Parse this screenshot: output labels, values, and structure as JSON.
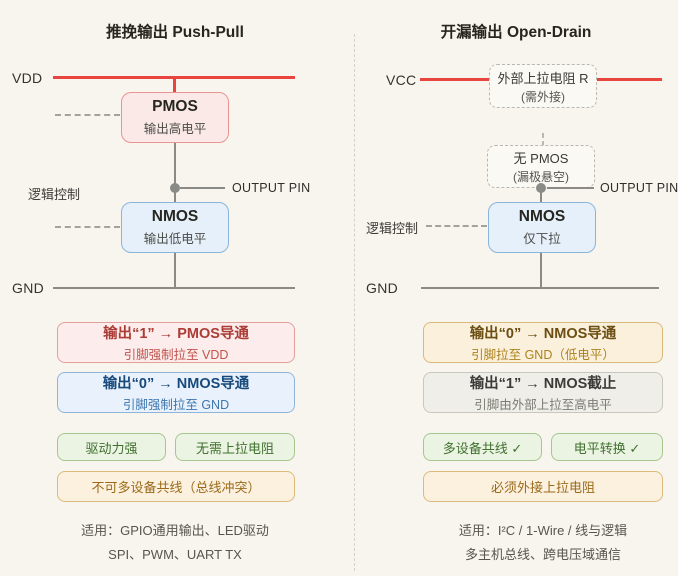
{
  "colors": {
    "background": "#f8f5ef",
    "power_rail_red": "#e8453f",
    "wire_gray": "#8a8a86",
    "pmos_fill": "#fbe9e8",
    "pmos_border": "#e89492",
    "nmos_fill": "#e6f0fa",
    "nmos_border": "#8ab4da",
    "state_red_fill": "#fceceb",
    "state_blue_fill": "#e9f2fc",
    "state_orange_fill": "#fbf0db",
    "state_gray_fill": "#efeee9",
    "tag_green_fill": "#ebf3e3",
    "tag_green_text": "#40702f",
    "warning_orange_fill": "#fcf1de",
    "warning_orange_text": "#9a6a1a"
  },
  "left": {
    "title": "推挽输出 Push-Pull",
    "rail_top": "VDD",
    "rail_bottom": "GND",
    "logic_label": "逻辑控制",
    "output_pin": "OUTPUT PIN",
    "pmos": {
      "name": "PMOS",
      "desc": "输出高电平"
    },
    "nmos": {
      "name": "NMOS",
      "desc": "输出低电平"
    },
    "state_high": {
      "title": "输出“1” → PMOS导通",
      "desc": "引脚强制拉至 VDD"
    },
    "state_low": {
      "title": "输出“0” → NMOS导通",
      "desc": "引脚强制拉至 GND"
    },
    "tags": [
      "驱动力强",
      "无需上拉电阻"
    ],
    "warning": "不可多设备共线（总线冲突）",
    "usage": [
      "适用：GPIO通用输出、LED驱动",
      "SPI、PWM、UART TX"
    ]
  },
  "right": {
    "title": "开漏输出 Open-Drain",
    "rail_top": "VCC",
    "rail_bottom": "GND",
    "logic_label": "逻辑控制",
    "output_pin": "OUTPUT PIN",
    "pullup": {
      "line1": "外部上拉电阻 R",
      "line2": "(需外接)"
    },
    "no_pmos": {
      "line1": "无 PMOS",
      "line2": "(漏极悬空)"
    },
    "nmos": {
      "name": "NMOS",
      "desc": "仅下拉"
    },
    "state_low": {
      "title": "输出“0” → NMOS导通",
      "desc": "引脚拉至 GND（低电平）"
    },
    "state_high": {
      "title": "输出“1” → NMOS截止",
      "desc": "引脚由外部上拉至高电平"
    },
    "tags": [
      "多设备共线 ✓",
      "电平转换 ✓"
    ],
    "warning": "必须外接上拉电阻",
    "usage": [
      "适用：I²C / 1-Wire / 线与逻辑",
      "多主机总线、跨电压域通信"
    ]
  }
}
